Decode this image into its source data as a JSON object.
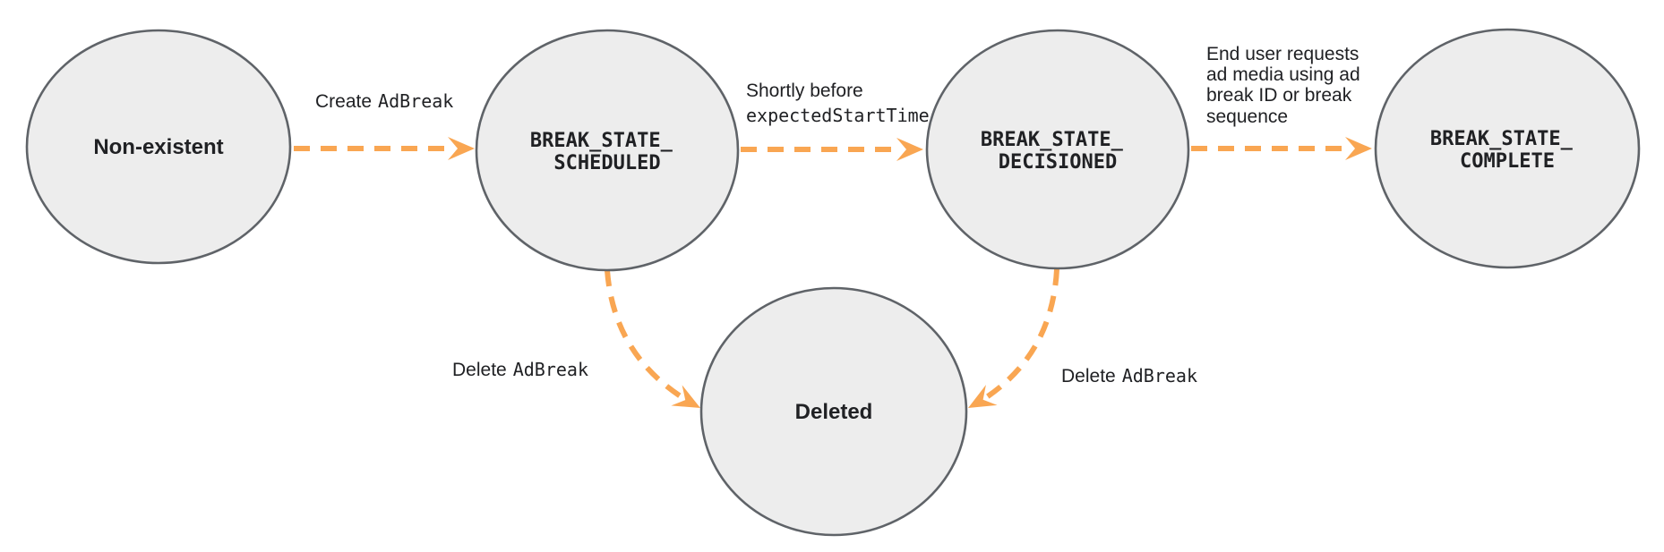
{
  "diagram": {
    "type": "state-diagram",
    "colors": {
      "arrow": "#F9A652",
      "node_fill": "#EDEDED",
      "node_stroke": "#5F6368",
      "text": "#202124",
      "background": "#FFFFFF"
    },
    "nodes": [
      {
        "id": "non-existent",
        "label": "Non-existent"
      },
      {
        "id": "break-state-scheduled",
        "line1": "BREAK_STATE_",
        "line2": "SCHEDULED"
      },
      {
        "id": "break-state-decisioned",
        "line1": "BREAK_STATE_",
        "line2": "DECISIONED"
      },
      {
        "id": "break-state-complete",
        "line1": "BREAK_STATE_",
        "line2": "COMPLETE"
      },
      {
        "id": "deleted",
        "label": "Deleted"
      }
    ],
    "edges": [
      {
        "from": "non-existent",
        "to": "break-state-scheduled",
        "label_text": "Create",
        "label_code": "AdBreak"
      },
      {
        "from": "break-state-scheduled",
        "to": "break-state-decisioned",
        "label_line1": "Shortly before",
        "label_line2_code": "expectedStartTime"
      },
      {
        "from": "break-state-decisioned",
        "to": "break-state-complete",
        "label_lines": [
          "End user requests",
          "ad media using ad",
          "break ID or break",
          "sequence"
        ]
      },
      {
        "from": "break-state-scheduled",
        "to": "deleted",
        "label_text": "Delete",
        "label_code": "AdBreak"
      },
      {
        "from": "break-state-decisioned",
        "to": "deleted",
        "label_text": "Delete",
        "label_code": "AdBreak"
      }
    ]
  }
}
